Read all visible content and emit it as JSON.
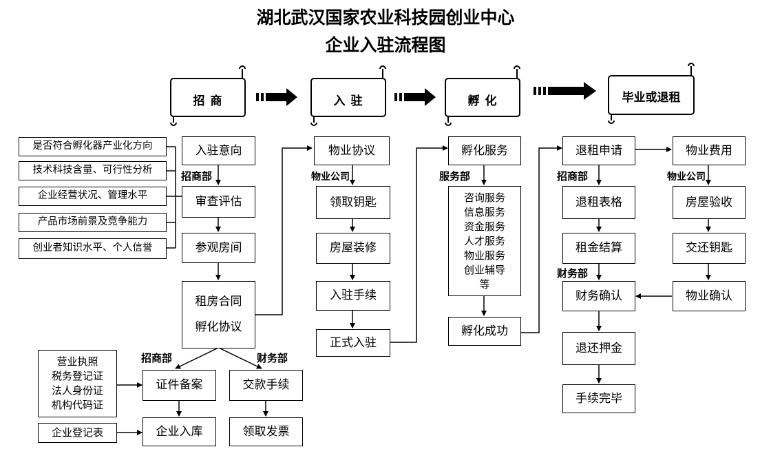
{
  "title": {
    "line1": "湖北武汉国家农业科技园创业中心",
    "line2": "企业入驻流程图"
  },
  "stages": [
    "招 商",
    "入 驻",
    "孵 化",
    "毕业或退租"
  ],
  "departments": {
    "zhaoshang_1": "招商部",
    "wuye_1": "物业公司",
    "fuwu": "服务部",
    "zhaoshang_2": "招商部",
    "wuye_2": "物业公司",
    "caiwu_1": "财务部",
    "zhaoshang_3": "招商部",
    "caiwu_2": "财务部"
  },
  "criteria": [
    "是否符合孵化器产业化方向",
    "技术科技含量、可行性分析",
    "企业经营状况、管理水平",
    "产品市场前景及竞争能力",
    "创业者知识水平、个人信誉"
  ],
  "col1": {
    "intent": "入驻意向",
    "review": "审查评估",
    "visit": "参观房间",
    "lease_line1": "租房合同",
    "lease_line2": "孵化协议"
  },
  "bottom": {
    "docs": [
      "营业执照",
      "税务登记证",
      "法人身份证",
      "机构代码证"
    ],
    "register_form": "企业登记表",
    "cert_filing": "证件备案",
    "enterprise_storage": "企业入库",
    "payment": "交款手续",
    "invoice": "领取发票"
  },
  "col2": {
    "property_agreement": "物业协议",
    "get_keys": "领取钥匙",
    "renovation": "房屋装修",
    "checkin": "入驻手续",
    "formal_checkin": "正式入驻"
  },
  "col3": {
    "incubation_service": "孵化服务",
    "services": [
      "咨询服务",
      "信息服务",
      "资金服务",
      "人才服务",
      "物业服务",
      "创业辅导",
      "等"
    ],
    "incubation_success": "孵化成功"
  },
  "col4": {
    "apply": "退租申请",
    "form": "退租表格",
    "rent_settle": "租金结算",
    "finance_confirm": "财务确认",
    "deposit_refund": "退还押金",
    "done": "手续完毕"
  },
  "col5": {
    "property_fee": "物业费用",
    "house_inspect": "房屋验收",
    "return_keys": "交还钥匙",
    "property_confirm": "物业确认"
  }
}
